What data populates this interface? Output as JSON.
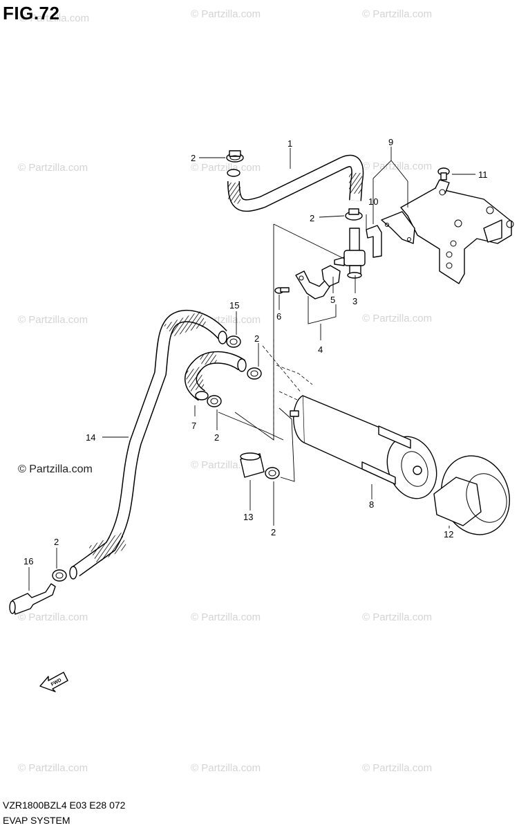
{
  "figure": {
    "title": "FIG.72",
    "code": "VZR1800BZL4  E03  E28  072",
    "name": "EVAP SYSTEM"
  },
  "watermark": {
    "text": "© Partzilla.com"
  },
  "fwd_label": "FWD",
  "callouts": {
    "c1": "1",
    "c2a": "2",
    "c2b": "2",
    "c2c": "2",
    "c2d": "2",
    "c2e": "2",
    "c2f": "2",
    "c3": "3",
    "c4": "4",
    "c5": "5",
    "c6": "6",
    "c7": "7",
    "c8": "8",
    "c9": "9",
    "c10": "10",
    "c11": "11",
    "c12": "12",
    "c13": "13",
    "c14": "14",
    "c15": "15",
    "c16": "16"
  },
  "icons": {
    "arrow": "fwd-arrow-icon"
  }
}
